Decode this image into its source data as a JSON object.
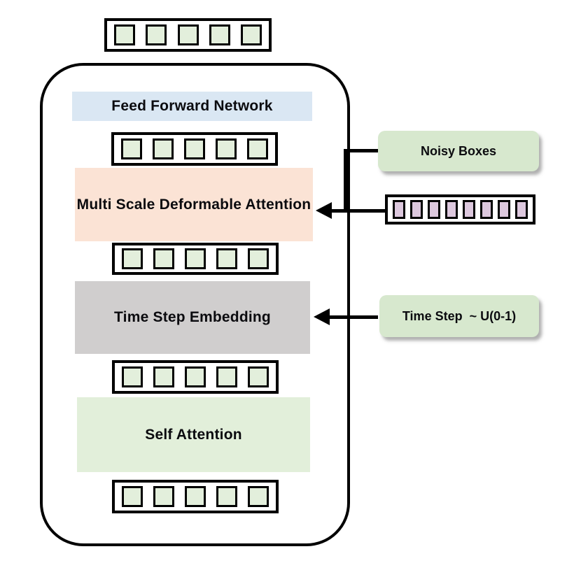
{
  "figure": {
    "type": "architecture-diagram",
    "decoder": {
      "blocks": [
        {
          "id": "ffn",
          "label": "Feed Forward Network",
          "bg": "#dae7f3"
        },
        {
          "id": "msda",
          "label": "Multi Scale Deformable Attention",
          "bg": "#fbe3d5"
        },
        {
          "id": "tse",
          "label": "Time Step Embedding",
          "bg": "#d0cece"
        },
        {
          "id": "sa",
          "label": "Self Attention",
          "bg": "#e2efda"
        }
      ],
      "token_rows": {
        "rows": 5,
        "cells_per_row": 5,
        "cell_color": "#e3efdc",
        "border_color": "#000000"
      }
    },
    "side": {
      "noisy_label": "Noisy Boxes",
      "time_step_label": "Time Step  ~ U(0-1)",
      "callout_bg": "#d7e8ce",
      "noisy_tokens": {
        "cells": 8,
        "cell_color": "#ddc8de"
      }
    },
    "connectors": [
      {
        "from": "noisy-boxes-callout",
        "to": "multi-scale-deformable-attention",
        "style": "elbow-arrow"
      },
      {
        "from": "noisy-tokens-row",
        "to": "multi-scale-deformable-attention",
        "style": "straight-arrow"
      },
      {
        "from": "time-step-callout",
        "to": "time-step-embedding",
        "style": "straight-arrow"
      }
    ]
  }
}
